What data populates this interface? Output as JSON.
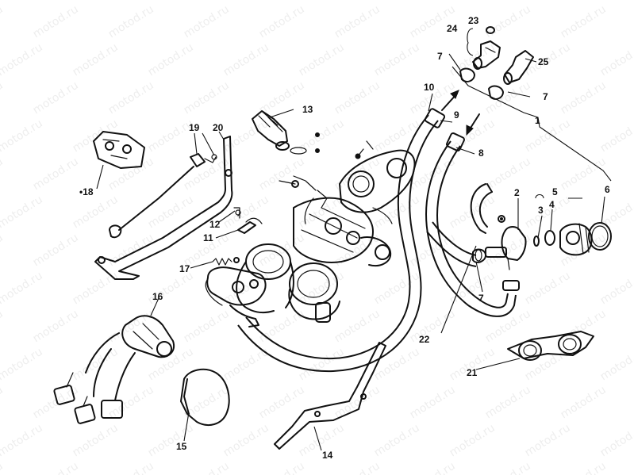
{
  "watermark": "motod.ru",
  "callouts": [
    {
      "id": "c1",
      "text": "1"
    },
    {
      "id": "c2",
      "text": "2"
    },
    {
      "id": "c3",
      "text": "3"
    },
    {
      "id": "c4",
      "text": "4"
    },
    {
      "id": "c5",
      "text": "5"
    },
    {
      "id": "c6",
      "text": "6"
    },
    {
      "id": "c7a",
      "text": "7"
    },
    {
      "id": "c7b",
      "text": "7"
    },
    {
      "id": "c7c",
      "text": "7"
    },
    {
      "id": "c8",
      "text": "8"
    },
    {
      "id": "c9",
      "text": "9"
    },
    {
      "id": "c10",
      "text": "10"
    },
    {
      "id": "c11",
      "text": "11"
    },
    {
      "id": "c12",
      "text": "12"
    },
    {
      "id": "c13",
      "text": "13"
    },
    {
      "id": "c14",
      "text": "14"
    },
    {
      "id": "c15",
      "text": "15"
    },
    {
      "id": "c16",
      "text": "16"
    },
    {
      "id": "c17",
      "text": "17"
    },
    {
      "id": "c18",
      "text": "•18"
    },
    {
      "id": "c19",
      "text": "19"
    },
    {
      "id": "c20",
      "text": "20"
    },
    {
      "id": "c21",
      "text": "21"
    },
    {
      "id": "c22",
      "text": "22"
    },
    {
      "id": "c23",
      "text": "23"
    },
    {
      "id": "c24",
      "text": "24"
    },
    {
      "id": "c25",
      "text": "25"
    }
  ]
}
